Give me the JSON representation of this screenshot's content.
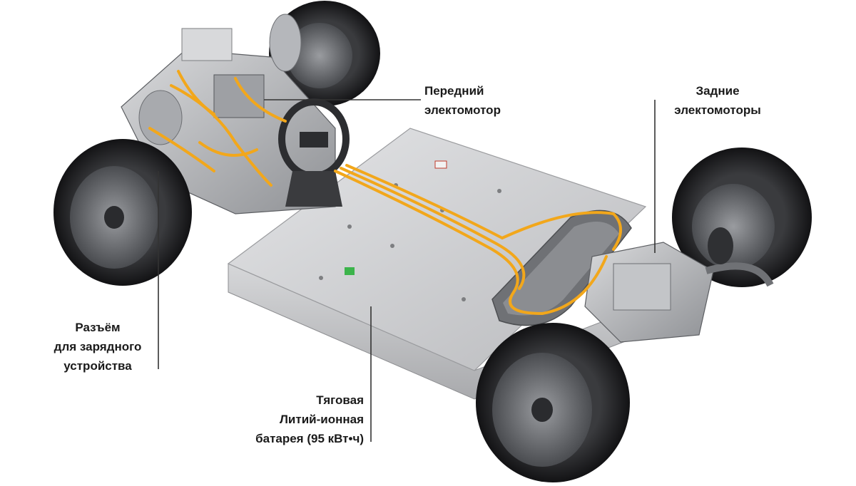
{
  "labels": {
    "front_motor": [
      "Передний",
      "электомотор"
    ],
    "rear_motors": [
      "Задние",
      "электомоторы"
    ],
    "charging_port": [
      "Разъём",
      "для зарядного",
      "устройства"
    ],
    "battery": [
      "Тяговая",
      "Литий-ионная",
      "батарея (95 кВт•ч)"
    ]
  },
  "colors": {
    "cable": "#f2a71b",
    "battery": "#c9cacc",
    "tire": "#1c1c1e",
    "leader_line": "#333333"
  }
}
